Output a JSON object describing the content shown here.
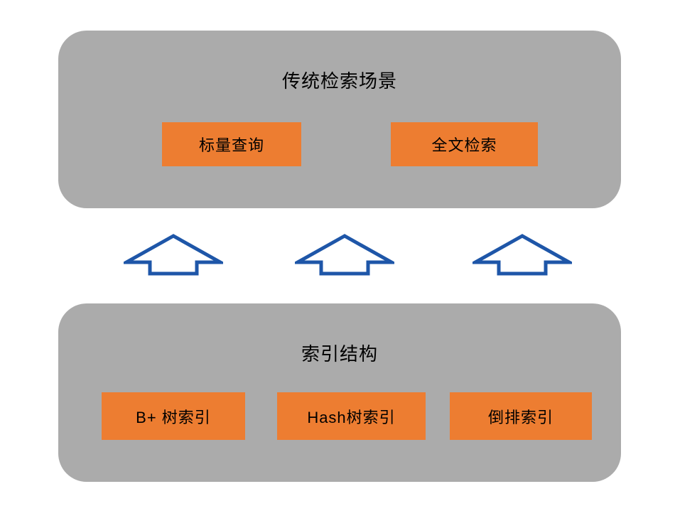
{
  "diagram": {
    "top_panel": {
      "title": "传统检索场景",
      "boxes": [
        {
          "label": "标量查询"
        },
        {
          "label": "全文检索"
        }
      ]
    },
    "arrows": {
      "direction": "up",
      "count": 3
    },
    "bottom_panel": {
      "title": "索引结构",
      "boxes": [
        {
          "label": "B+ 树索引"
        },
        {
          "label": "Hash树索引"
        },
        {
          "label": "倒排索引"
        }
      ]
    },
    "colors": {
      "background": "#FFFFFF",
      "panel_gray": "#ABABAB",
      "box_orange": "#ED7D31",
      "arrow_blue": "#1E56A8",
      "text": "#000000"
    }
  }
}
